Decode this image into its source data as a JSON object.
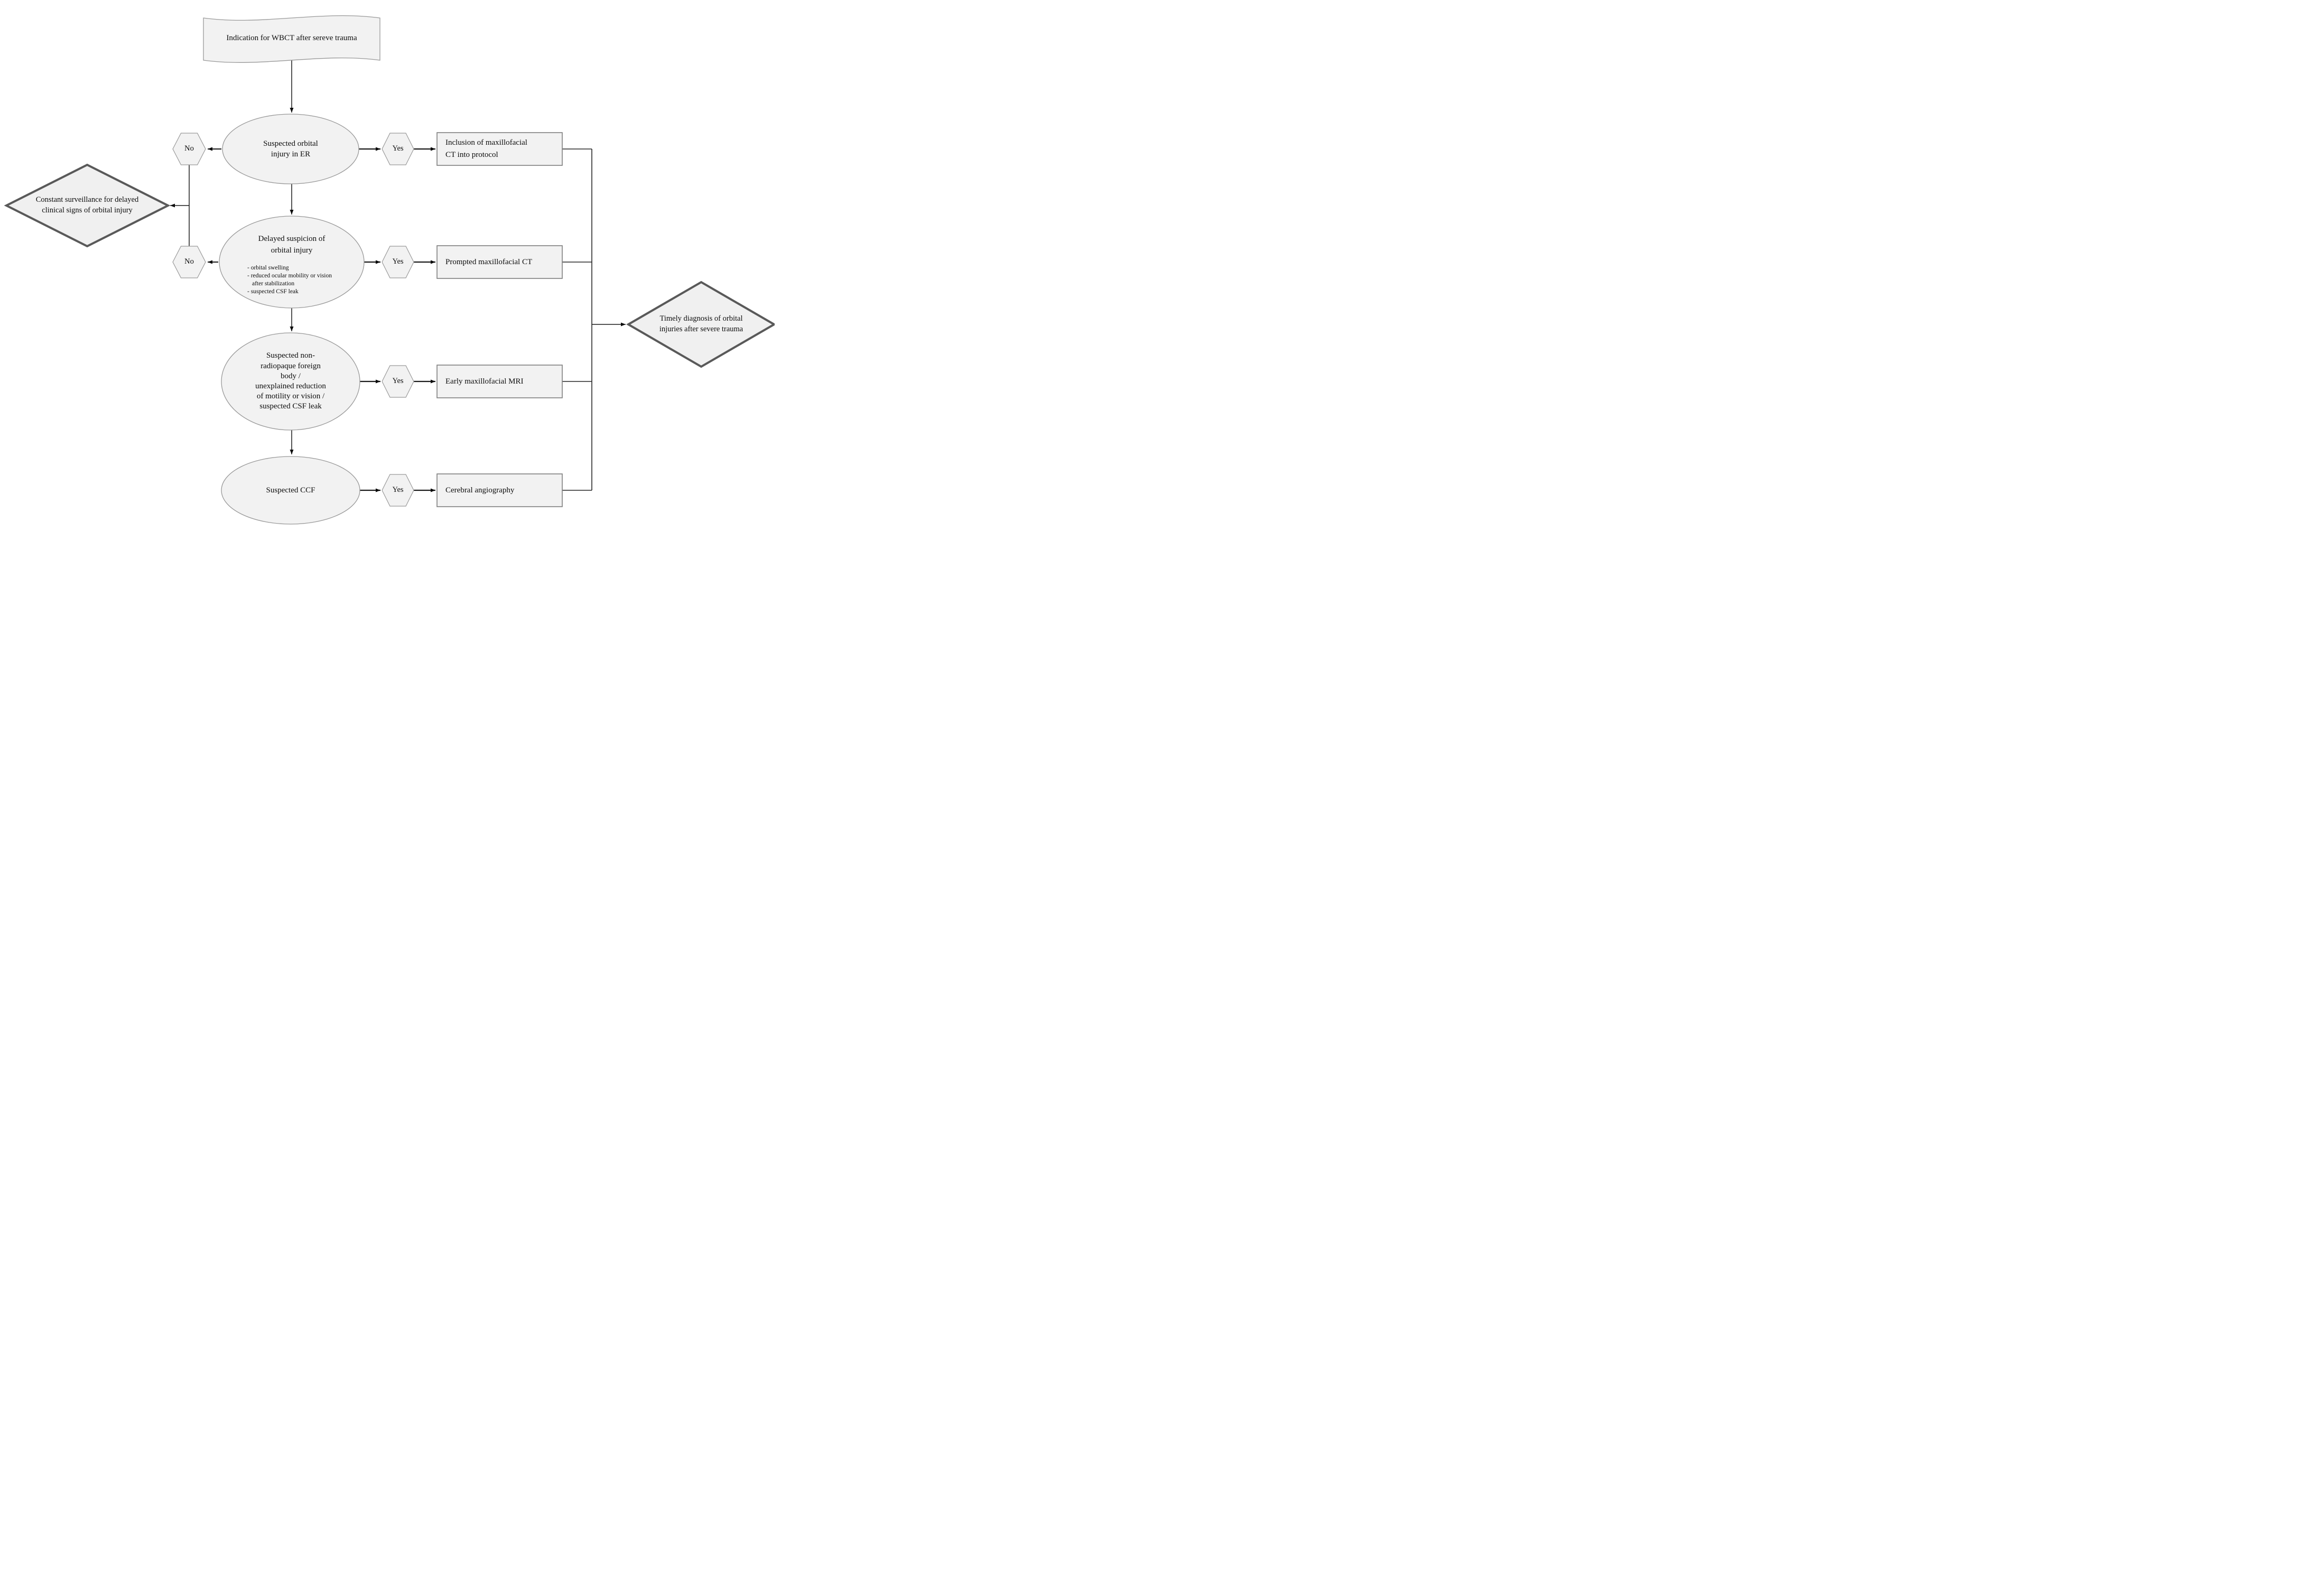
{
  "figure": {
    "type": "flowchart",
    "topic": "Orbital injury imaging pathway after severe trauma"
  },
  "colors": {
    "shape_fill": "#f2f2f2",
    "shape_border": "#999999",
    "box_border": "#7f7f7f",
    "diamond_border": "#595959",
    "line": "#1a1a1a",
    "background": "#ffffff"
  },
  "labels": {
    "yes": "Yes",
    "no": "No"
  },
  "nodes": {
    "start": {
      "lines": [
        "Indication for WBCT after sereve trauma"
      ]
    },
    "q1": {
      "lines": [
        "Suspected orbital",
        "injury in ER"
      ]
    },
    "q2": {
      "lines": [
        "Delayed suspicion of",
        "orbital injury"
      ],
      "bullets": [
        "- orbital swelling",
        "- reduced ocular mobility or vision",
        "after stabilization",
        "- suspected CSF leak"
      ]
    },
    "q3": {
      "lines": [
        "Suspected non-",
        "radiopaque foreign",
        "body /",
        "unexplained reduction",
        "of motility or vision /",
        "suspected CSF leak"
      ]
    },
    "q4": {
      "lines": [
        "Suspected CCF"
      ]
    },
    "a1": {
      "lines": [
        "Inclusion of maxillofacial",
        "CT into protocol"
      ]
    },
    "a2": {
      "lines": [
        "Prompted maxillofacial CT"
      ]
    },
    "a3": {
      "lines": [
        "Early maxillofacial MRI"
      ]
    },
    "a4": {
      "lines": [
        "Cerebral angiography"
      ]
    },
    "no_outcome": {
      "lines": [
        "Constant surveillance for delayed",
        "clinical signs of orbital injury"
      ]
    },
    "final_outcome": {
      "lines": [
        "Timely diagnosis of orbital",
        "injuries after severe trauma"
      ]
    }
  }
}
